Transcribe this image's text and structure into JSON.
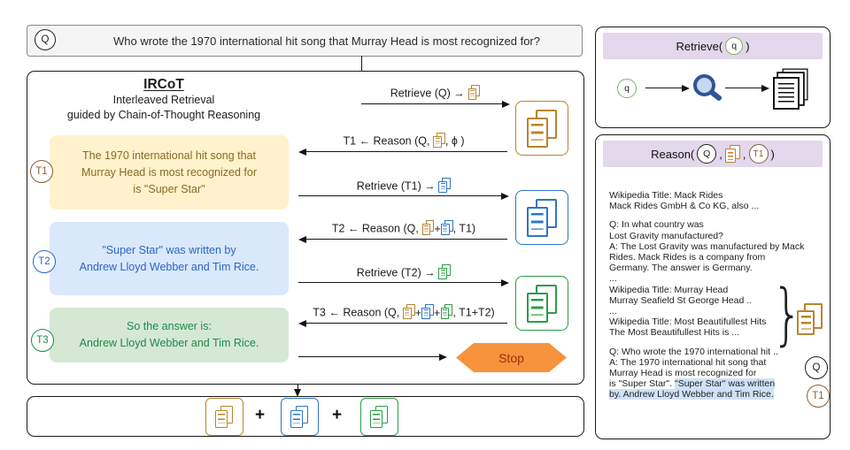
{
  "colors": {
    "orange_doc": "#B9852E",
    "blue_doc": "#2E75C3",
    "green_doc": "#2E9C46",
    "t1_accent": "#8B5E34",
    "t2_accent": "#2a66c8",
    "t3_accent": "#1e8a4a",
    "stop_fill": "#F7933D",
    "stop_text": "#9c2f06",
    "header_purple": "#E3D7EB",
    "highlight": "#CFE2F7",
    "t1_bg": "#FFF2CC",
    "t2_bg": "#DAE8FC",
    "t3_bg": "#D5E8D4"
  },
  "question_bar": {
    "badge": "Q",
    "text": "Who wrote the 1970 international hit song that Murray Head is most recognized for?"
  },
  "ircot_header": {
    "title": "IRCoT",
    "subtitle1": "Interleaved Retrieval",
    "subtitle2": "guided by Chain-of-Thought Reasoning"
  },
  "thoughts": [
    {
      "badge": "T1",
      "lines": [
        "The 1970 international hit song that",
        "Murray Head is most recognized for",
        "is \"Super Star\""
      ]
    },
    {
      "badge": "T2",
      "lines": [
        "\"Super Star\" was written by",
        "Andrew Lloyd Webber and Tim Rice."
      ]
    },
    {
      "badge": "T3",
      "lines": [
        "So the answer is:",
        "Andrew Lloyd Webber and Tim Rice."
      ]
    }
  ],
  "flow": {
    "rows": [
      {
        "before": "Retrieve (Q) → ",
        "icons": [
          "orange"
        ],
        "after": ""
      },
      {
        "before": "T1 ← Reason (Q, ",
        "icons": [
          "orange"
        ],
        "after": ", ϕ )"
      },
      {
        "before": "Retrieve (T1) → ",
        "icons": [
          "blue"
        ],
        "after": ""
      },
      {
        "before": "T2 ← Reason (Q, ",
        "icons": [
          "orange",
          "blue"
        ],
        "after": ", T1)"
      },
      {
        "before": "Retrieve (T2) → ",
        "icons": [
          "green"
        ],
        "after": ""
      },
      {
        "before": "T3 ← Reason (Q, ",
        "icons": [
          "orange",
          "blue",
          "green"
        ],
        "after": ", T1+T2)"
      }
    ],
    "stop_label": "Stop"
  },
  "collection_bar": {
    "plus": "+",
    "items": [
      "orange-documents",
      "blue-documents",
      "green-documents"
    ]
  },
  "retrieve_panel": {
    "header_prefix": "Retrieve(",
    "header_suffix": ")",
    "query_badge": "q"
  },
  "reason_panel": {
    "header_prefix": "Reason(",
    "comma1": ",",
    "comma2": ",",
    "header_suffix": ")",
    "question_badge": "Q",
    "thought_badge": "T1",
    "brace": "}",
    "lines": [
      [
        {
          "t": "Wikipedia Title: Mack Rides"
        }
      ],
      [
        {
          "t": "Mack Rides GmbH & Co KG, also ..."
        }
      ],
      [],
      [
        {
          "t": "Q: In what country was"
        }
      ],
      [
        {
          "t": "Lost Gravity manufactured?"
        }
      ],
      [
        {
          "t": "A: The Lost Gravity was manufactured by Mack"
        }
      ],
      [
        {
          "t": "Rides. Mack Rides is a company from"
        }
      ],
      [
        {
          "t": "Germany. The answer is Germany."
        }
      ],
      [
        {
          "t": "..."
        }
      ],
      [
        {
          "t": "Wikipedia Title: Murray Head"
        }
      ],
      [
        {
          "t": "Murray Seafield St George Head .."
        }
      ],
      [
        {
          "t": "..."
        }
      ],
      [
        {
          "t": "Wikipedia Title: Most Beautifullest Hits"
        }
      ],
      [
        {
          "t": "The Most Beautifullest Hits is ..."
        }
      ],
      [],
      [
        {
          "t": "Q: Who wrote the 1970 international hit .."
        }
      ],
      [
        {
          "t": "A: The 1970 international hit song that"
        }
      ],
      [
        {
          "t": "Murray Head is most recognized for"
        }
      ],
      [
        {
          "t": "is \"Super Star\". "
        },
        {
          "t": "\"Super Star\" was written",
          "hl": true
        }
      ],
      [
        {
          "t": "by. Andrew Lloyd Webber and Tim Rice.",
          "hl": true
        }
      ]
    ]
  }
}
